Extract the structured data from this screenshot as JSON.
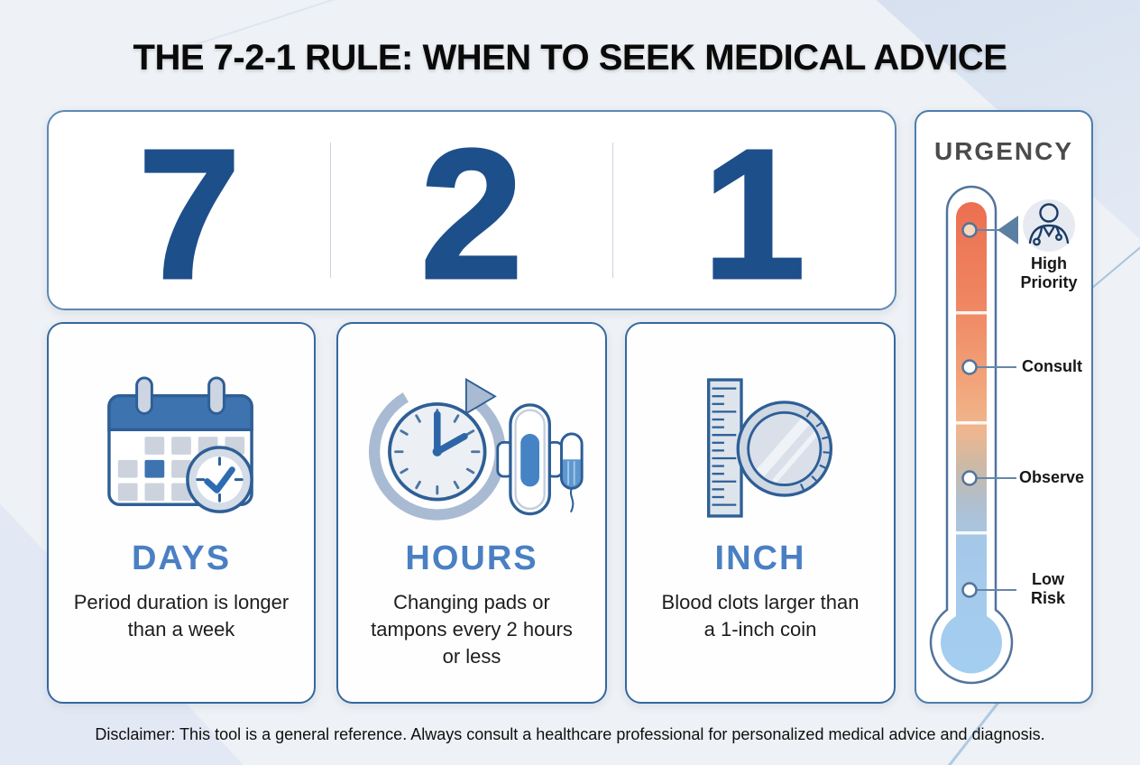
{
  "title": "THE 7-2-1 RULE: WHEN TO SEEK MEDICAL ADVICE",
  "numbers": [
    {
      "value": "7"
    },
    {
      "value": "2"
    },
    {
      "value": "1"
    }
  ],
  "cards": [
    {
      "icon": "calendar-clock-icon",
      "heading": "DAYS",
      "description": "Period duration is longer than a week"
    },
    {
      "icon": "clock-pad-tampon-icon",
      "heading": "HOURS",
      "description": "Changing pads or tampons every 2 hours or less"
    },
    {
      "icon": "ruler-coin-icon",
      "heading": "INCH",
      "description": "Blood clots larger than a 1-inch coin"
    }
  ],
  "urgency": {
    "heading": "URGENCY",
    "levels": [
      {
        "label": "High Priority",
        "icon": "doctor-icon",
        "marker_color": "#f6d8bf"
      },
      {
        "label": "Consult",
        "marker_color": "#ffffff"
      },
      {
        "label": "Observe",
        "marker_color": "#ffffff"
      },
      {
        "label": "Low Risk",
        "marker_color": "#ffffff"
      }
    ],
    "thermometer_colors": {
      "top": "#ec6f50",
      "upper_mid": "#f2a379",
      "lower_mid": "#b2becb",
      "bottom": "#a4cef0"
    }
  },
  "disclaimer": "Disclaimer: This tool is a general reference. Always consult a healthcare professional for personalized medical advice and diagnosis.",
  "accent_colors": {
    "number_blue": "#1d4f8a",
    "heading_blue": "#4a80c3",
    "outline_blue": "#2e5f96"
  }
}
